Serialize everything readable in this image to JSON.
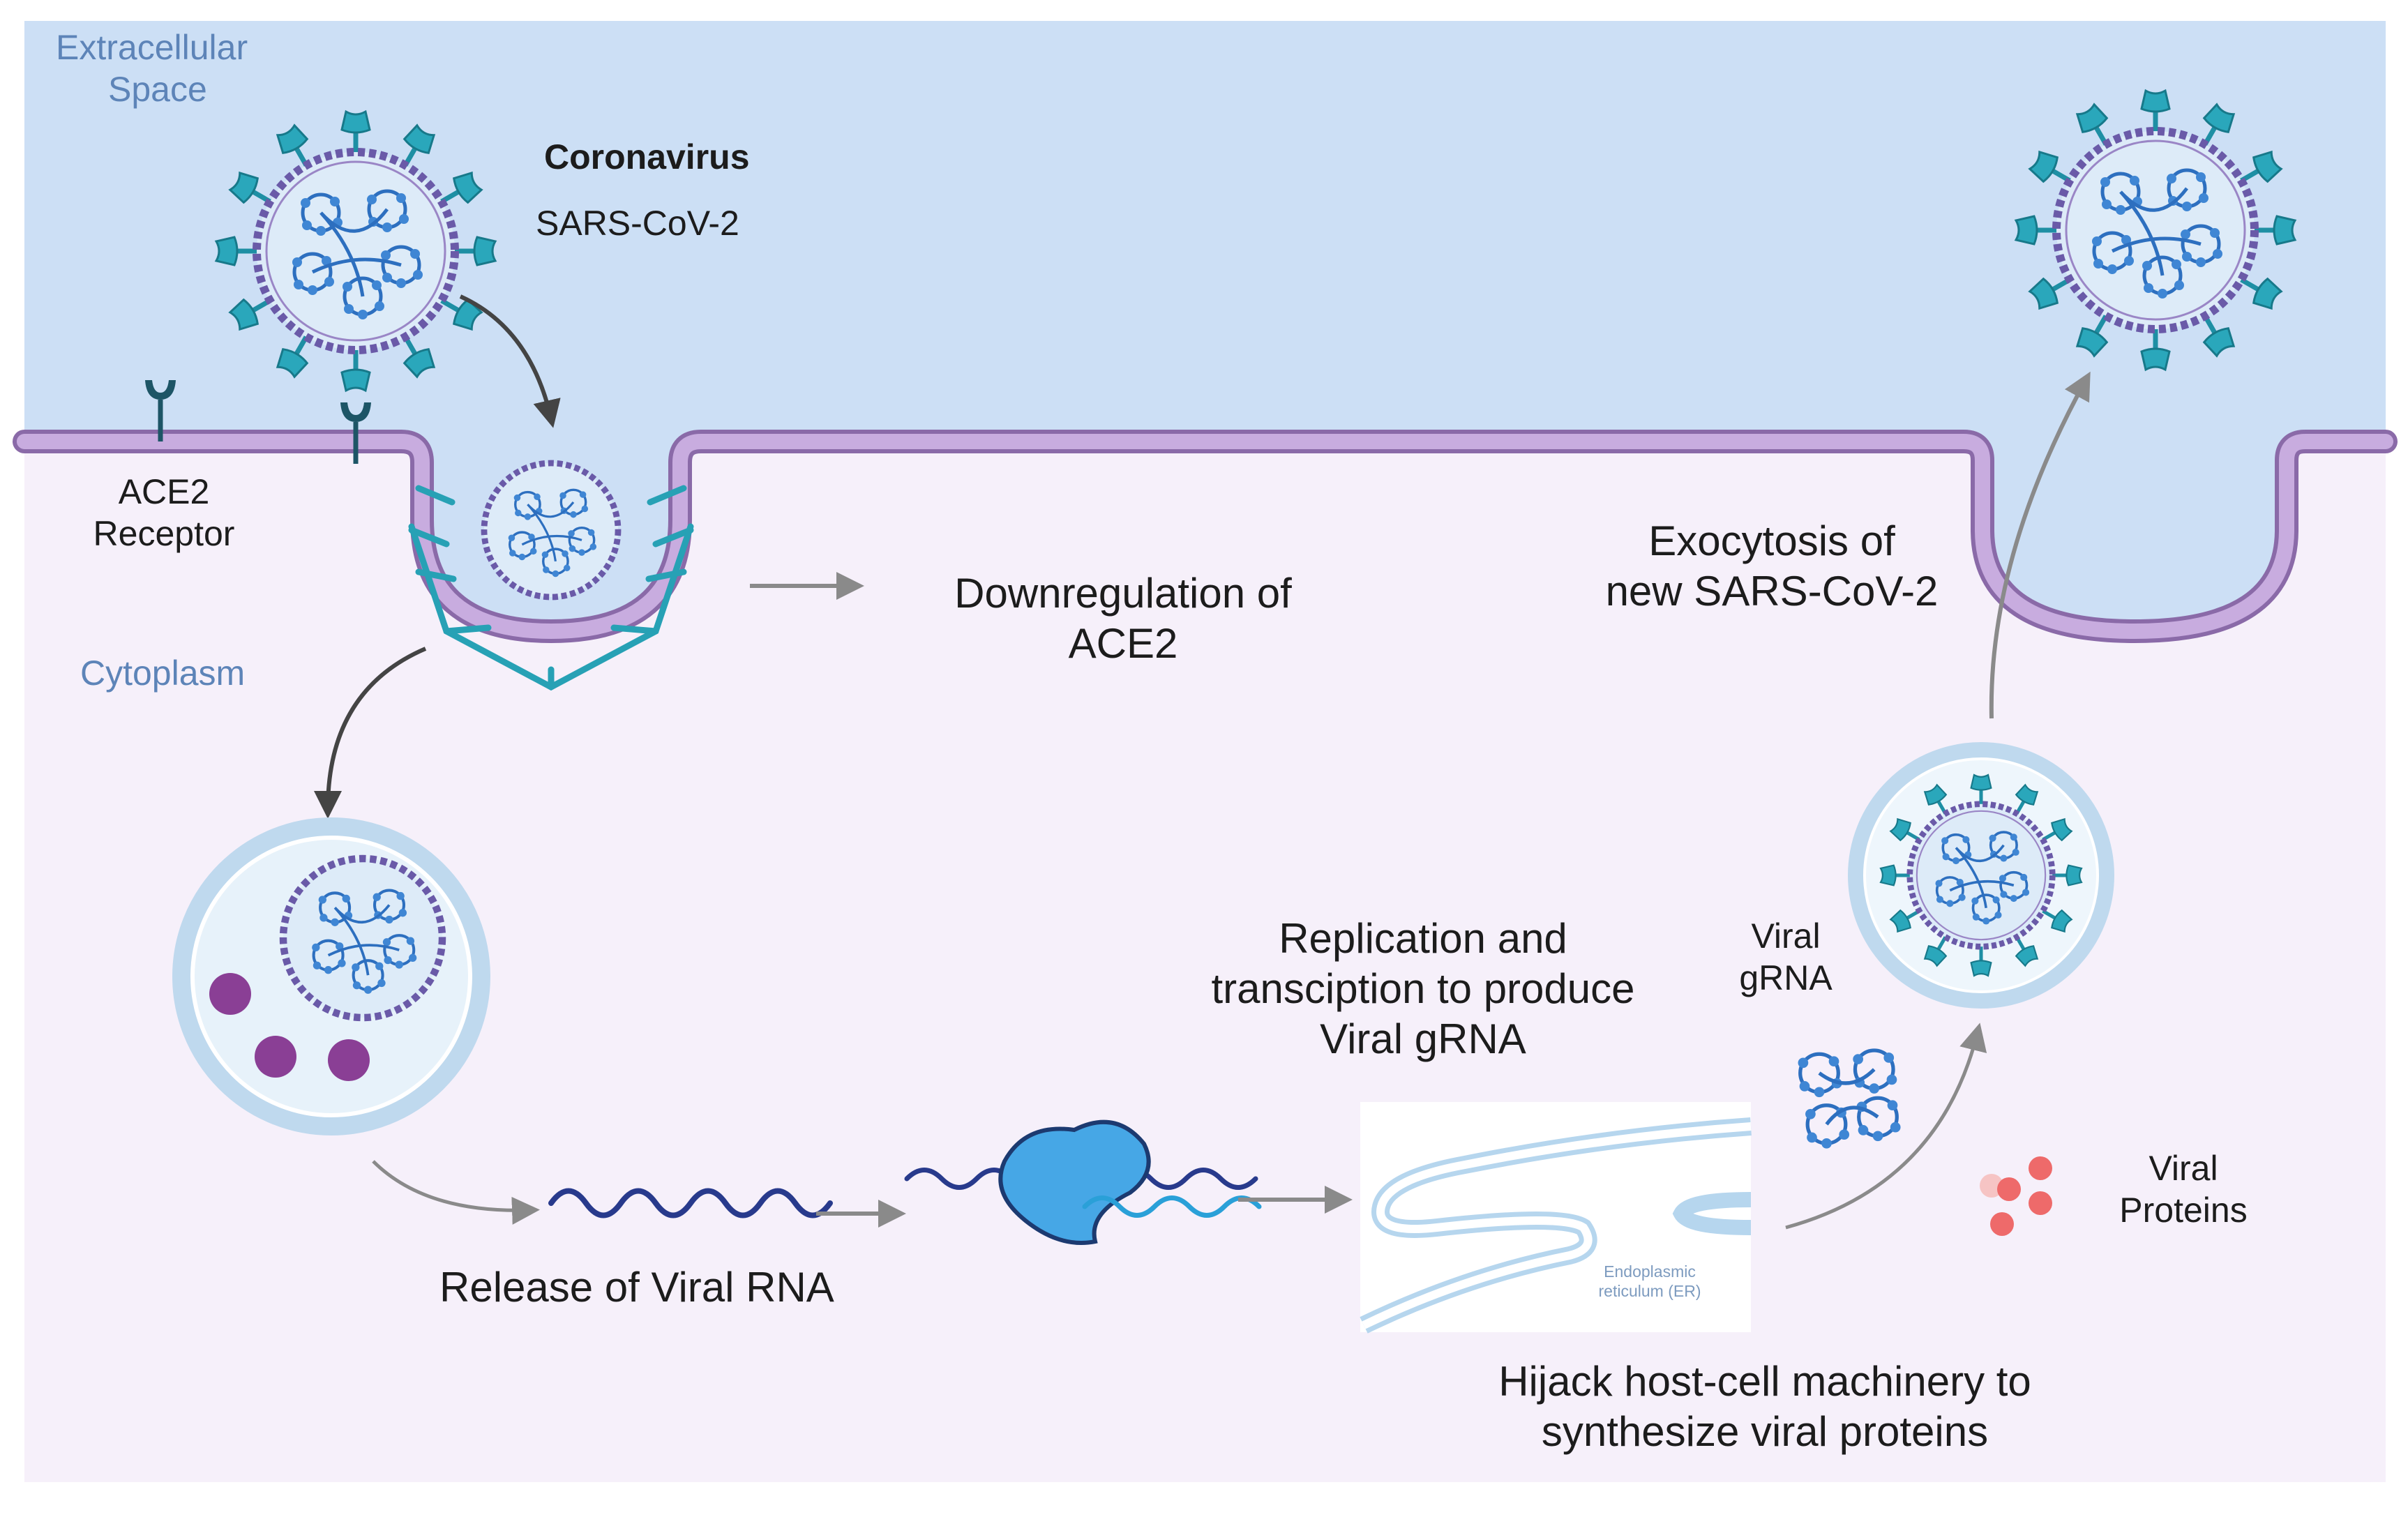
{
  "labels": {
    "extracellular": [
      "Extracellular",
      "Space"
    ],
    "cytoplasm": "Cytoplasm",
    "virus_name": "Coronavirus",
    "virus_strain": "SARS-CoV-2",
    "ace2": [
      "ACE2",
      "Receptor"
    ],
    "downregulation": [
      "Downregulation of",
      "ACE2"
    ],
    "exocytosis": [
      "Exocytosis of",
      "new SARS-CoV-2"
    ],
    "replication": [
      "Replication and",
      "transciption to produce",
      "Viral gRNA"
    ],
    "viral_grna": [
      "Viral",
      "gRNA"
    ],
    "release": "Release of Viral RNA",
    "er": [
      "Endoplasmic",
      "reticulum (ER)"
    ],
    "viral_proteins": [
      "Viral",
      "Proteins"
    ],
    "hijack": [
      "Hijack host-cell machinery to",
      "synthesize viral proteins"
    ]
  },
  "colors": {
    "extracellular_bg": "#ccdff5",
    "cytoplasm_bg": "#f6f0fa",
    "membrane": "#b79ad2",
    "membrane_edge": "#8a6aa8",
    "virus_shell": "#6a5aa8",
    "virus_fill": "#ddebf8",
    "spike": "#27a1b5",
    "rna": "#2d6fbf",
    "ribosome": "#46a7e6",
    "arrow": "#6e6e6e",
    "vesicle": "#bfd9ee",
    "protein_dots": "#ee6a6a",
    "purple_dots": "#8a3f95"
  },
  "icons": [
    "coronavirus-icon",
    "ace2-receptor-icon",
    "endosome-icon",
    "ribosome-icon",
    "rna-strand-icon",
    "endoplasmic-reticulum-icon",
    "viral-protein-icon",
    "arrow-icon"
  ]
}
